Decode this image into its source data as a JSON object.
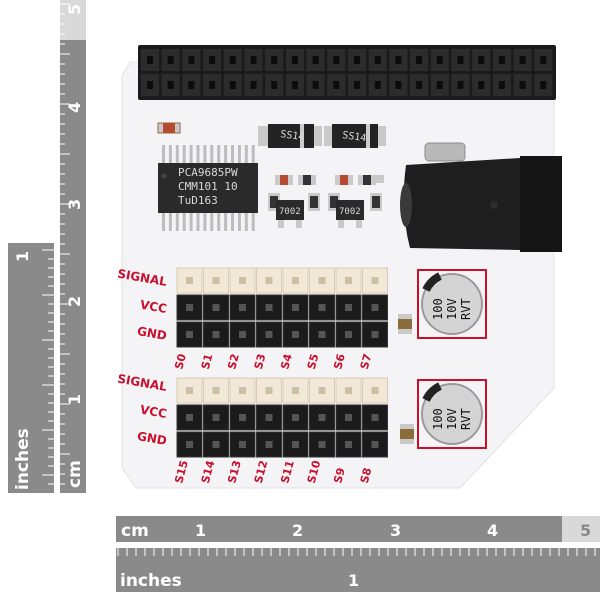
{
  "rulers": {
    "left": {
      "cm_label": "cm",
      "inch_label": "inches",
      "cm_numbers": [
        "1",
        "2",
        "3",
        "4",
        "5"
      ],
      "inch_numbers": [
        "1",
        "2"
      ]
    },
    "bottom": {
      "cm_label": "cm",
      "inch_label": "inches",
      "cm_numbers": [
        "1",
        "2",
        "3",
        "4",
        "5"
      ],
      "inch_numbers": [
        "1"
      ]
    }
  },
  "board": {
    "ic": {
      "lines": [
        "PCA9685PW",
        "CMM101  10",
        "TuD163"
      ]
    },
    "diodes": [
      "SS14",
      "SS14"
    ],
    "transistors": [
      "7002",
      "7002"
    ],
    "capacitors": [
      {
        "lines": [
          "100",
          "10V",
          "RVT"
        ]
      },
      {
        "lines": [
          "100",
          "10V",
          "RVT"
        ]
      }
    ],
    "header_group_top": {
      "labels": [
        "SIGNAL",
        "VCC",
        "GND"
      ],
      "channels": [
        "S0",
        "S1",
        "S2",
        "S3",
        "S4",
        "S5",
        "S6",
        "S7"
      ]
    },
    "header_group_bottom": {
      "labels": [
        "SIGNAL",
        "VCC",
        "GND"
      ],
      "channels": [
        "S15",
        "S14",
        "S13",
        "S12",
        "S11",
        "S10",
        "S9",
        "S8"
      ]
    }
  },
  "colors": {
    "board": "#f4f4f6",
    "silkscreen": "#c8102e",
    "ruler_dark": "#8a8a8a",
    "ruler_light": "#d9d9d9",
    "header_black": "#1b1b1b",
    "header_white": "#f2e8d8"
  }
}
